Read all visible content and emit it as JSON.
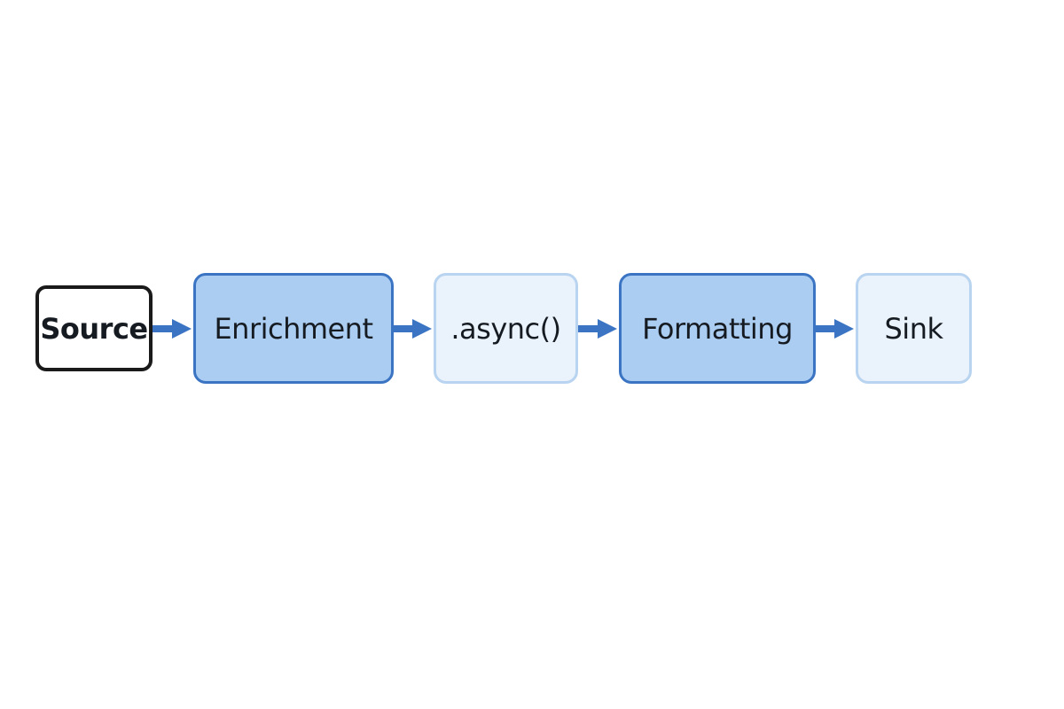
{
  "diagram": {
    "nodes": [
      {
        "id": "source",
        "label": "Source"
      },
      {
        "id": "enrichment",
        "label": "Enrichment"
      },
      {
        "id": "async",
        "label": ".async()"
      },
      {
        "id": "formatting",
        "label": "Formatting"
      },
      {
        "id": "sink",
        "label": "Sink"
      }
    ],
    "edges": [
      {
        "from": "source",
        "to": "enrichment"
      },
      {
        "from": "enrichment",
        "to": "async"
      },
      {
        "from": "async",
        "to": "formatting"
      },
      {
        "from": "formatting",
        "to": "sink"
      }
    ],
    "colors": {
      "arrow": "#3a74c2",
      "strong_fill": "#abcdf2",
      "strong_border": "#3a74c2",
      "light_fill": "#eaf2fb",
      "light_border": "#b9d4f0",
      "source_border": "#1a1a1a"
    }
  }
}
